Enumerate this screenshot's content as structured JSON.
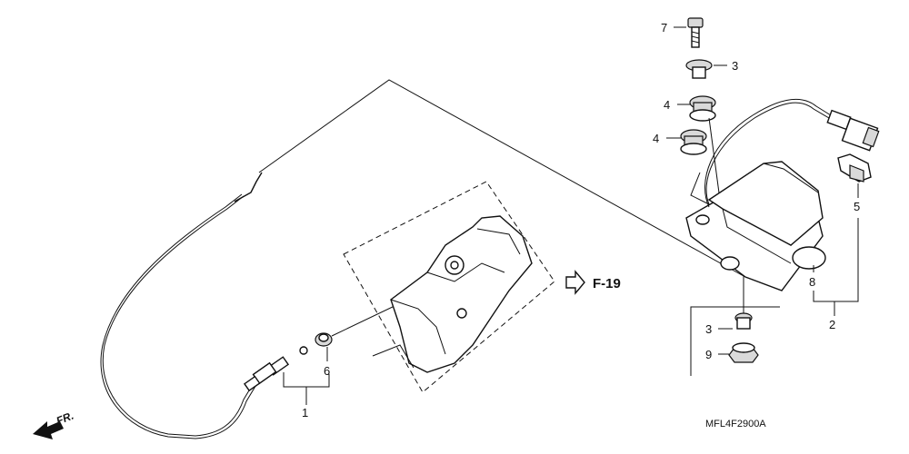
{
  "callouts": {
    "c1": "1",
    "c2": "2",
    "c3_top": "3",
    "c3_bottom": "3",
    "c4_upper": "4",
    "c4_lower": "4",
    "c5": "5",
    "c6": "6",
    "c7": "7",
    "c8": "8",
    "c9": "9"
  },
  "reference": "F-19",
  "direction": "FR.",
  "diagram_code": "MFL4F2900A"
}
